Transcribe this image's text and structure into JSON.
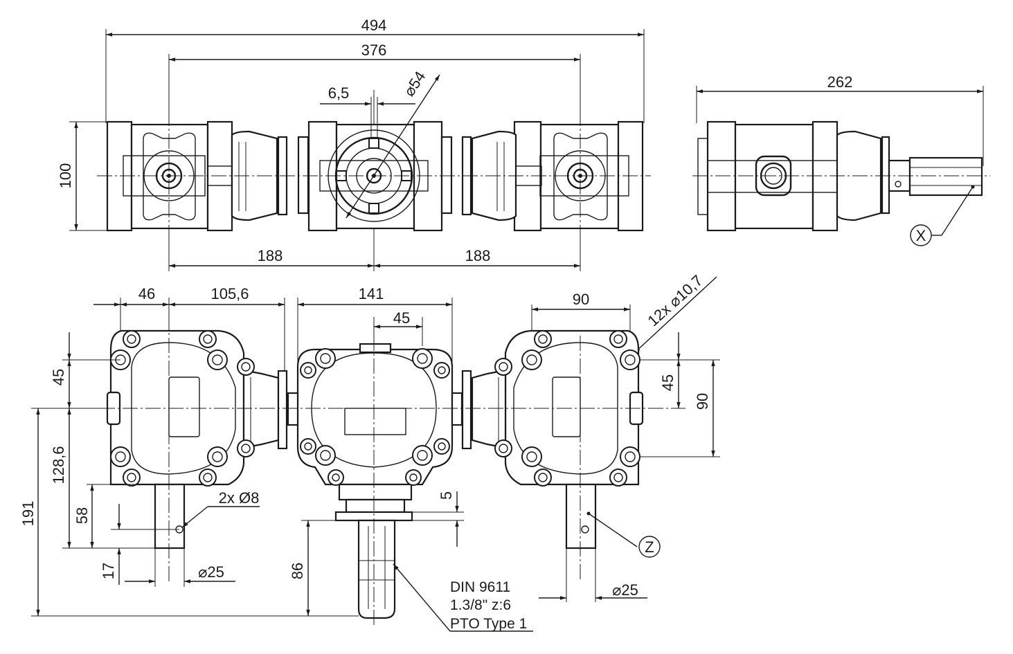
{
  "drawing": {
    "top_view": {
      "overall_length": "494",
      "outer_shaft_spacing": "376",
      "offset": "6,5",
      "flange_diameter": "⌀54",
      "height": "100",
      "left_pitch": "188",
      "right_pitch": "188"
    },
    "side_view": {
      "depth": "262",
      "callout_x": "X"
    },
    "front_view": {
      "left_offset": "46",
      "left_width": "105,6",
      "center_width": "141",
      "center_half": "45",
      "right_bolt_pitch": "90",
      "bolt_holes": "12x ⌀10,7",
      "left_bolt_half": "45",
      "right_bolt_half": "45",
      "right_bolt_total": "90",
      "left_height_upper": "128,6",
      "total_height": "191",
      "shaft_length": "58",
      "pin_offset": "17",
      "pin_holes": "2x Ø8",
      "left_shaft_dia": "⌀25",
      "right_shaft_dia": "⌀25",
      "flange_thickness": "5",
      "pto_length": "86",
      "callout_z": "Z",
      "pto_note_line1": "DIN 9611",
      "pto_note_line2": "1.3/8\" z:6",
      "pto_note_line3": "PTO Type 1"
    }
  }
}
